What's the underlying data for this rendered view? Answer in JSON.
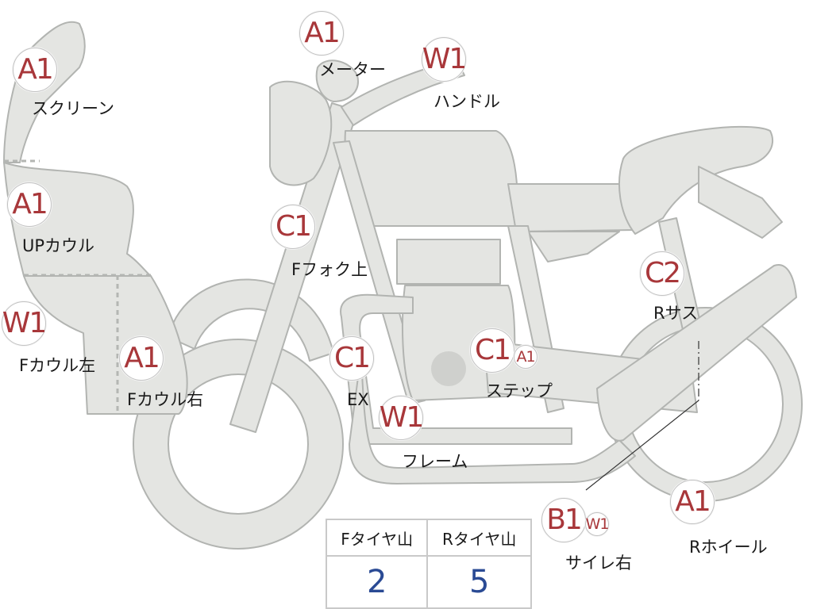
{
  "colors": {
    "part_fill": "#e4e5e2",
    "part_stroke": "#b2b4b1",
    "badge_text": "#a8373a",
    "value_text": "#2a4a94"
  },
  "badges": {
    "screen": "A1",
    "meter": "A1",
    "handle": "W1",
    "up_cowl": "A1",
    "f_fork_upper": "C1",
    "r_sus": "C2",
    "f_cowl_left": "W1",
    "f_cowl_right": "A1",
    "ex": "C1",
    "step": "C1",
    "step_small": "A1",
    "frame": "W1",
    "silencer_right": "B1",
    "silencer_right_small": "W1",
    "r_wheel": "A1"
  },
  "labels": {
    "screen": "スクリーン",
    "meter": "メーター",
    "handle": "ハンドル",
    "up_cowl": "UPカウル",
    "f_fork_upper": "Fフォク上",
    "r_sus": "Rサス",
    "f_cowl_left": "Fカウル左",
    "f_cowl_right": "Fカウル右",
    "ex": "EX",
    "step": "ステップ",
    "frame": "フレーム",
    "silencer_right": "サイレ右",
    "r_wheel": "Rホイール"
  },
  "tread_table": {
    "headers": [
      "Fタイヤ山",
      "Rタイヤ山"
    ],
    "values": [
      "2",
      "5"
    ]
  }
}
